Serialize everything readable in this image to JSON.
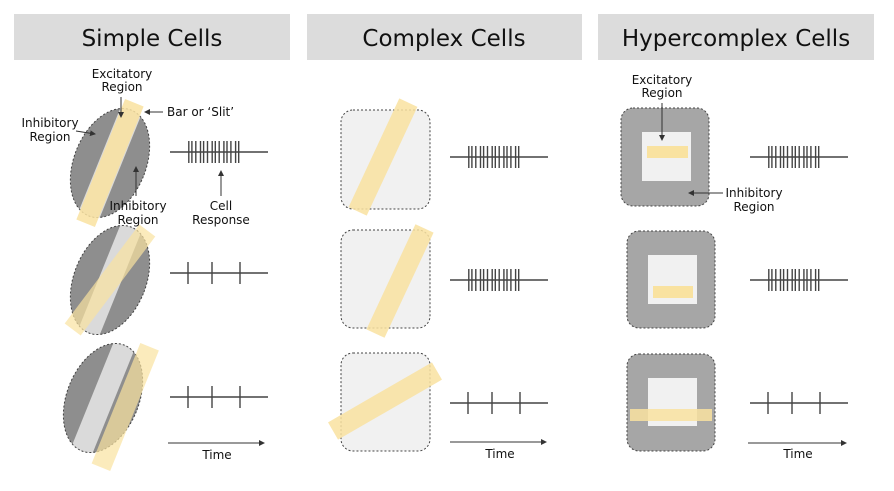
{
  "headers": {
    "simple": "Simple Cells",
    "complex": "Complex Cells",
    "hypercomplex": "Hypercomplex Cells"
  },
  "labels": {
    "excitatory_1": "Excitatory",
    "excitatory_2": "Region",
    "inhibitory_1": "Inhibitory",
    "inhibitory_2": "Region",
    "bar": "Bar or ‘Slit’",
    "cell_1": "Cell",
    "cell_2": "Response",
    "time": "Time"
  },
  "colors": {
    "header_bg": "#dcdcdc",
    "bar": "#f9e2a0",
    "inhibitory": "#8e8e8e",
    "excitatory": "#dadada",
    "hyper_bg": "#a6a6a6",
    "field": "#f1f1f1"
  },
  "spike_trains": {
    "simple": [
      "strong",
      "weak",
      "weak"
    ],
    "complex": [
      "strong",
      "strong",
      "weak"
    ],
    "hypercomplex": [
      "strong",
      "strong",
      "weak"
    ]
  }
}
